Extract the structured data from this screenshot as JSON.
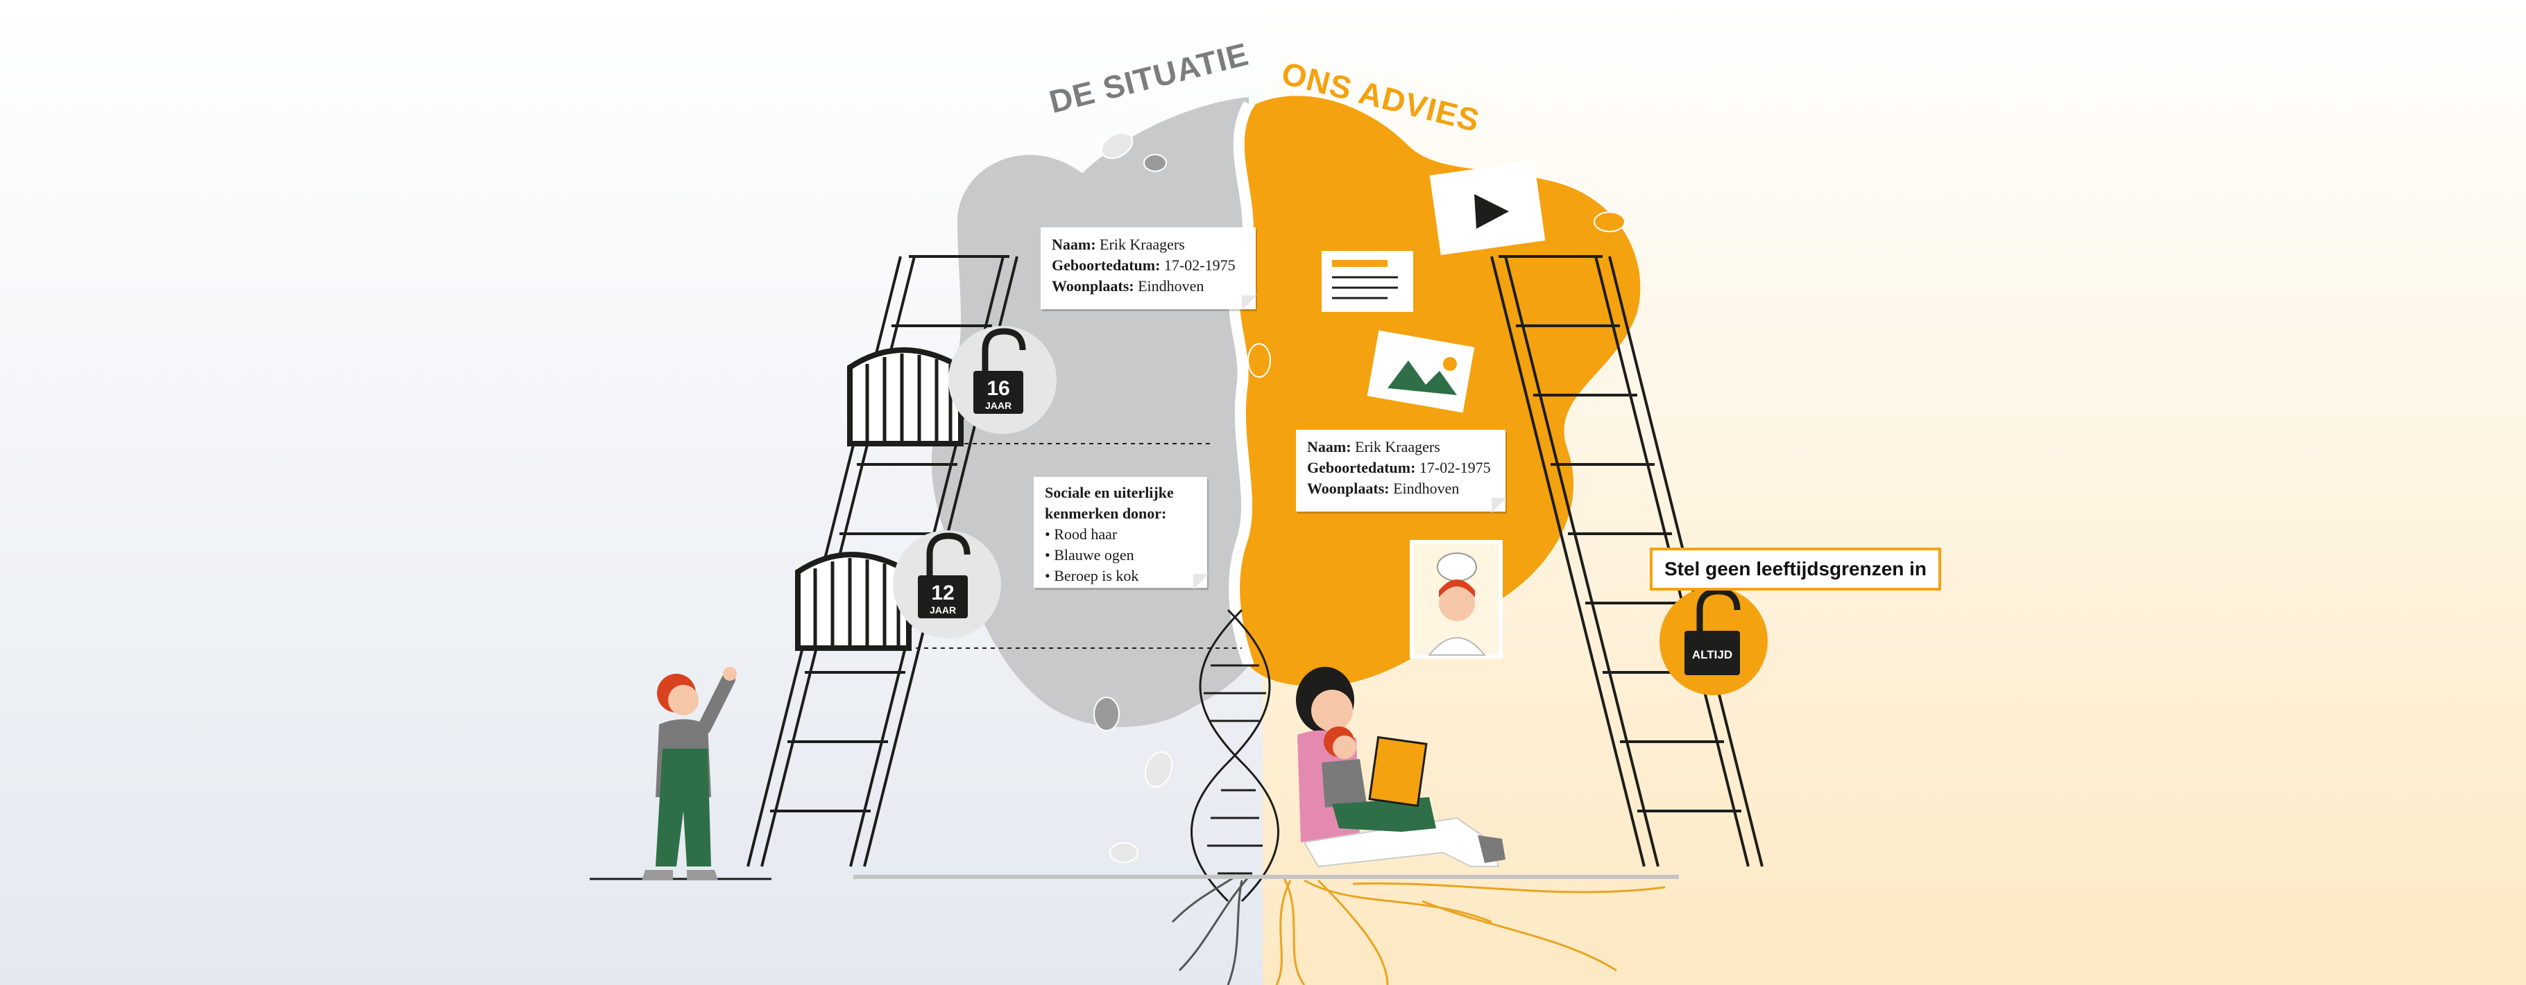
{
  "headings": {
    "left": "DE SITUATIE",
    "right": "ONS ADVIES"
  },
  "situation_card": {
    "name_label": "Naam:",
    "name_value": "Erik Kraagers",
    "dob_label": "Geboortedatum:",
    "dob_value": "17-02-1975",
    "city_label": "Woonplaats:",
    "city_value": "Eindhoven"
  },
  "traits_card": {
    "title_line1": "Sociale en uiterlijke",
    "title_line2": "kenmerken donor:",
    "items": [
      "Rood haar",
      "Blauwe ogen",
      "Beroep is kok"
    ]
  },
  "advice_card": {
    "name_label": "Naam:",
    "name_value": "Erik Kraagers",
    "dob_label": "Geboortedatum:",
    "dob_value": "17-02-1975",
    "city_label": "Woonplaats:",
    "city_value": "Eindhoven"
  },
  "locks": {
    "age16_number": "16",
    "age16_unit": "JAAR",
    "age12_number": "12",
    "age12_unit": "JAAR",
    "always": "ALTIJD"
  },
  "advice_label": "Stel geen leeftijdsgrenzen in",
  "colors": {
    "accent_orange": "#f4a210",
    "situation_grey": "#c8c9ca",
    "heading_grey": "#7b7c7e",
    "dark": "#1d1d1b",
    "green": "#2e6f47"
  }
}
